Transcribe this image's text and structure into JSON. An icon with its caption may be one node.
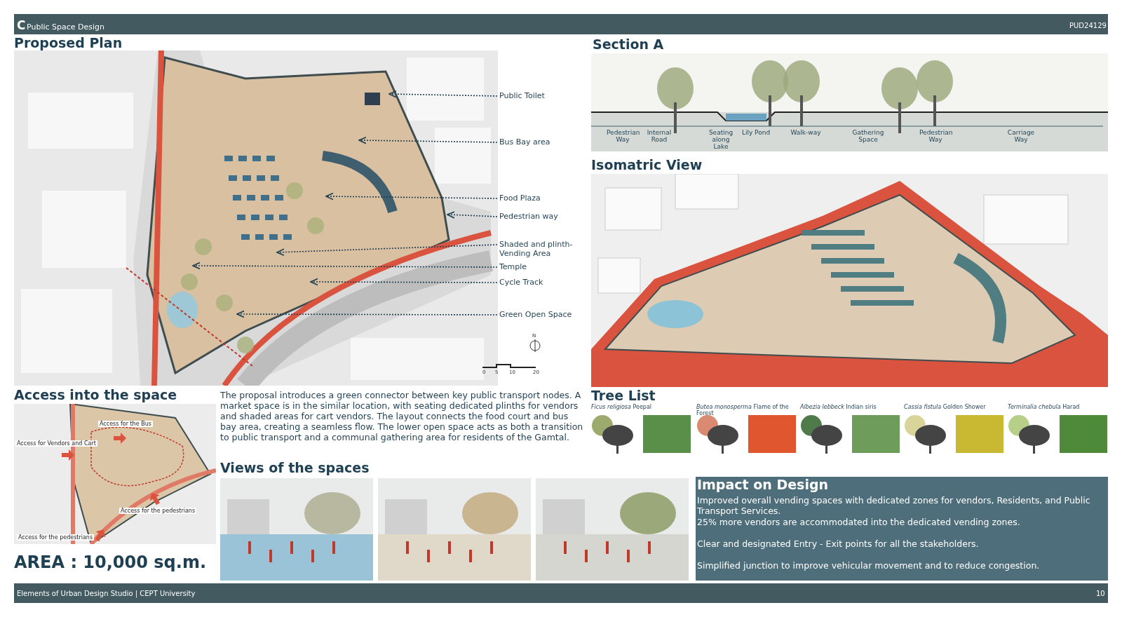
{
  "diagram": {
    "title": "Public Space Design",
    "nodes": [
      {
        "text": [
          "Proposed Plan"
        ]
      },
      {
        "text": [
          "Public Toilet"
        ]
      },
      {
        "text": [
          "Bus Bay area"
        ]
      },
      {
        "text": [
          "Food Plaza"
        ]
      },
      {
        "text": [
          "Pedestrian way"
        ]
      },
      {
        "text": [
          "Shaded and plinth-Vending Area"
        ]
      },
      {
        "text": [
          "Temple"
        ]
      },
      {
        "text": [
          "Cycle Track"
        ]
      },
      {
        "text": [
          "Green Open Space"
        ]
      },
      {
        "text": [
          "Section A"
        ]
      },
      {
        "text": [
          "Isomatric View"
        ]
      },
      {
        "text": [
          "Access into the space"
        ]
      },
      {
        "text": [
          "Views of the spaces"
        ]
      },
      {
        "text": [
          "Tree List"
        ]
      },
      {
        "text": [
          "Impact on Design",
          "Improved overall vending spaces with dedicated zones for vendors, Residents, and Public Transport Services.",
          "25% more vendors are accommodated into the dedicated vending zones.",
          "Clear and designated Entry - Exit points for all the stakeholders.",
          "Simplified junction to improve vehicular movement and to reduce congestion."
        ]
      }
    ],
    "edges": [
      {
        "from": 1,
        "to": 0,
        "arrow": "to",
        "style": "dashed"
      },
      {
        "from": 2,
        "to": 0,
        "arrow": "to",
        "style": "dashed"
      },
      {
        "from": 3,
        "to": 0,
        "arrow": "to",
        "style": "dashed"
      },
      {
        "from": 4,
        "to": 0,
        "arrow": "to",
        "style": "dashed"
      },
      {
        "from": 5,
        "to": 0,
        "arrow": "to",
        "style": "dashed"
      },
      {
        "from": 6,
        "to": 0,
        "arrow": "to",
        "style": "dashed"
      },
      {
        "from": 7,
        "to": 0,
        "arrow": "to",
        "style": "dashed"
      },
      {
        "from": 8,
        "to": 0,
        "arrow": "to",
        "style": "dashed"
      }
    ],
    "labels": [
      "C",
      "PUD24129",
      "Pedestrian Way",
      "Internal Road",
      "Seating along Lake",
      "Lily Pond",
      "Walk-way",
      "Gathering Space",
      "Pedestrian Way",
      "Carriage Way",
      "N",
      "0",
      "5",
      "10",
      "20",
      "Access for the Bus",
      "Access for Vendors and Cart",
      "Access for the pedestrians",
      "Access for the pedestrians",
      "AREA : 10,000 sq.m.",
      "The proposal introduces a green connector between key public transport nodes. A market space is in the similar location, with seating dedicated plinths for vendors and shaded areas for cart vendors. The layout connects the food court and bus bay area, creating a seamless flow. The lower open space acts as both a transition to public transport and a communal gathering area for residents of the Gamtal.",
      "*Ficus religiosa* Peepal",
      "*Butea monosperma* Flame of the Forest",
      "*Albezia lebbeck* Indian siris",
      "*Cassia fistula* Golden Shower",
      "*Terminalia chebula* Harad",
      "Elements of Urban Design Studio | CEPT University",
      "10"
    ]
  }
}
